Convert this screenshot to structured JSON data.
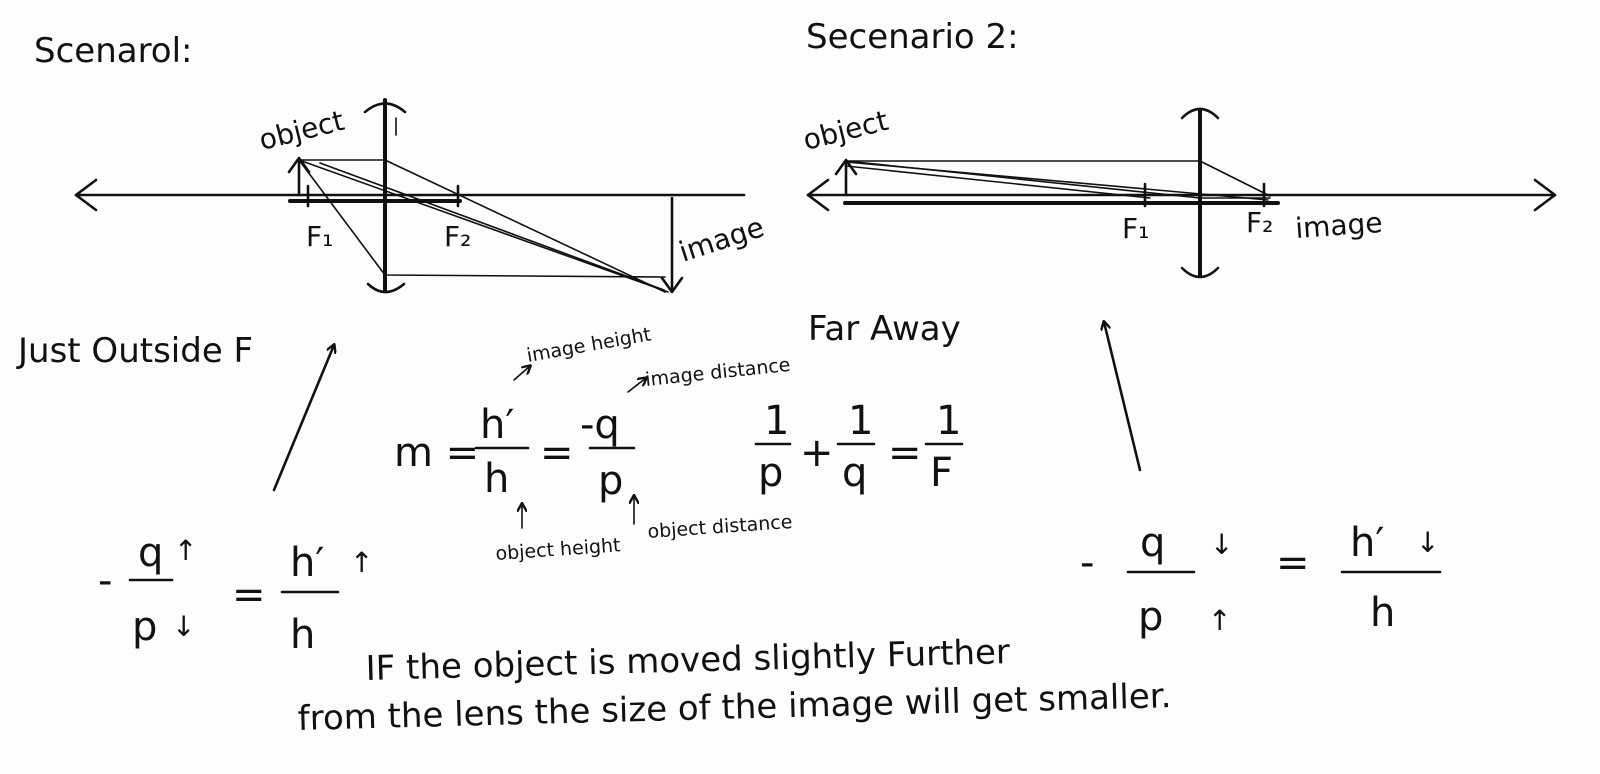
{
  "scenario1": {
    "title": "Scenarol:",
    "object_label": "object",
    "image_label": "image",
    "f1_label": "F₁",
    "f2_label": "F₂",
    "caption": "Just Outside F"
  },
  "scenario2": {
    "title": "Secenario 2:",
    "object_label": "object",
    "image_label": "image",
    "f1_label": "F₁",
    "f2_label": "F₂",
    "caption": "Far Away"
  },
  "formulas": {
    "magnification_lhs": "m =",
    "h_prime": "h′",
    "h": "h",
    "minus_q": "-q",
    "p": "p",
    "equals": "=",
    "one": "1",
    "plus": "+",
    "q": "q",
    "f": "F",
    "image_height_note": "image height",
    "image_distance_note": "image distance",
    "object_height_note": "object height",
    "object_distance_note": "object distance"
  },
  "relation1": {
    "minus": "-",
    "q": "q",
    "p": "p",
    "q_arrow": "↑",
    "p_arrow": "↓",
    "equals": "=",
    "h_prime": "h′",
    "h": "h",
    "h_arrow": "↑"
  },
  "relation2": {
    "minus": "-",
    "q": "q",
    "p": "p",
    "q_arrow": "↓",
    "p_arrow": "↑",
    "equals": "=",
    "h_prime": "h′",
    "h": "h",
    "h_arrow": "↓"
  },
  "conclusion": {
    "line1": "IF the object is moved slightly Further",
    "line2": "from the lens the size of the image will get smaller."
  }
}
